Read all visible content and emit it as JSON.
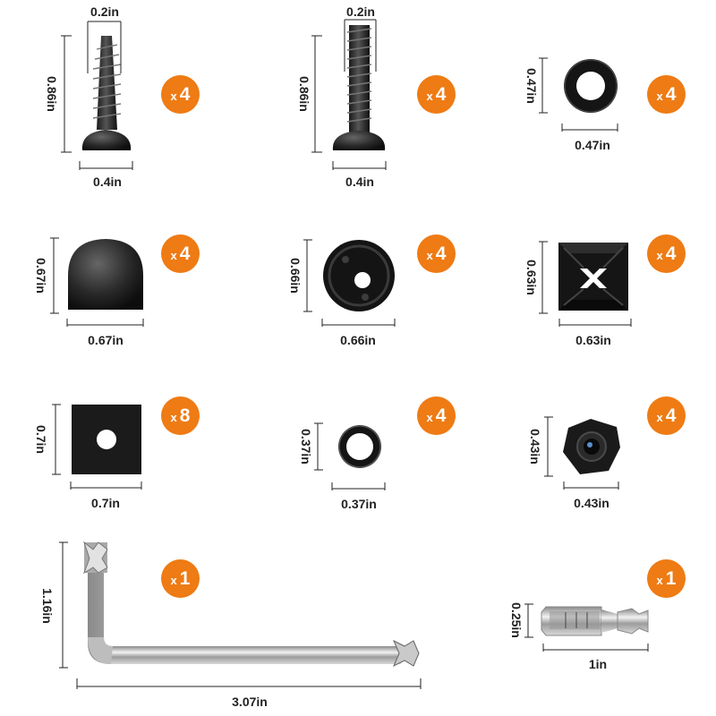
{
  "accent_color": "#ee7b14",
  "items": [
    {
      "id": "tapping-screw",
      "icon": "self-tapping-screw-icon",
      "height_label": "0.86in",
      "width_label": "0.4in",
      "thread_label": "0.2in",
      "qty_x": "x",
      "qty": "4"
    },
    {
      "id": "machine-screw",
      "icon": "machine-screw-icon",
      "height_label": "0.86in",
      "width_label": "0.4in",
      "thread_label": "0.2in",
      "qty_x": "x",
      "qty": "4"
    },
    {
      "id": "rubber-washer",
      "icon": "rubber-washer-icon",
      "height_label": "0.47in",
      "width_label": "0.47in",
      "qty_x": "x",
      "qty": "4"
    },
    {
      "id": "screw-cap",
      "icon": "screw-cap-icon",
      "height_label": "0.67in",
      "width_label": "0.67in",
      "qty_x": "x",
      "qty": "4"
    },
    {
      "id": "cap-base",
      "icon": "cap-base-icon",
      "height_label": "0.66in",
      "width_label": "0.66in",
      "qty_x": "x",
      "qty": "4"
    },
    {
      "id": "square-insert",
      "icon": "square-insert-icon",
      "height_label": "0.63in",
      "width_label": "0.63in",
      "qty_x": "x",
      "qty": "4"
    },
    {
      "id": "foam-pad",
      "icon": "foam-pad-icon",
      "height_label": "0.7in",
      "width_label": "0.7in",
      "qty_x": "x",
      "qty": "8"
    },
    {
      "id": "small-ring",
      "icon": "small-ring-icon",
      "height_label": "0.37in",
      "width_label": "0.37in",
      "qty_x": "x",
      "qty": "4"
    },
    {
      "id": "hex-nut",
      "icon": "hex-nut-icon",
      "height_label": "0.43in",
      "width_label": "0.43in",
      "qty_x": "x",
      "qty": "4"
    },
    {
      "id": "torx-wrench",
      "icon": "torx-wrench-icon",
      "height_label": "1.16in",
      "width_label": "3.07in",
      "qty_x": "x",
      "qty": "1"
    },
    {
      "id": "torx-bit",
      "icon": "torx-bit-icon",
      "height_label": "0.25in",
      "width_label": "1in",
      "qty_x": "x",
      "qty": "1"
    }
  ]
}
